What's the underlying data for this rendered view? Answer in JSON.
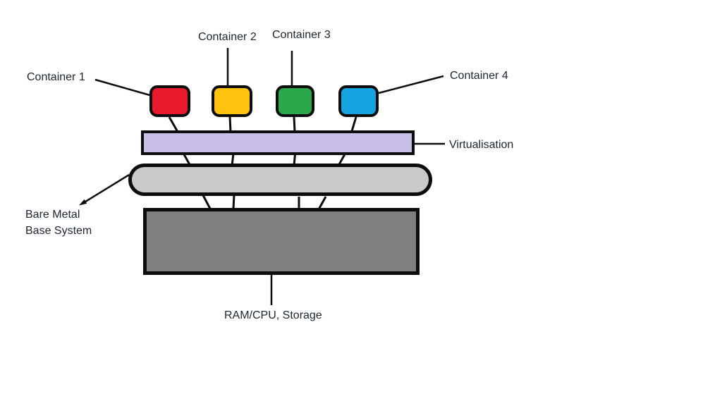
{
  "diagram": {
    "containers": [
      {
        "label": "Container 1",
        "color": "#E8192C"
      },
      {
        "label": "Container 2",
        "color": "#FFC20E"
      },
      {
        "label": "Container 3",
        "color": "#2BA84A"
      },
      {
        "label": "Container 4",
        "color": "#14A3DE"
      }
    ],
    "virtualisation": {
      "label": "Virtualisation",
      "color": "#C9BFE6"
    },
    "bare_metal": {
      "label_line1": "Bare Metal",
      "label_line2": "Base System",
      "color": "#C9C9C9"
    },
    "hardware": {
      "label": "RAM/CPU, Storage",
      "color": "#7F7F7F"
    },
    "line_color": "#0D0D0D",
    "background_color": "#FFFFFF"
  }
}
